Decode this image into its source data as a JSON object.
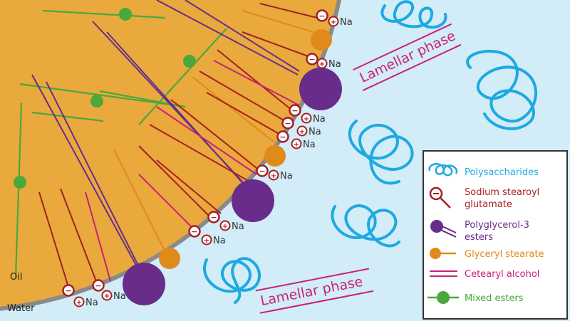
{
  "regions": {
    "oil": "Oil",
    "water": "Water"
  },
  "phase_labels": {
    "top": "Lamellar phase",
    "bottom": "Lamellar phase"
  },
  "charges": {
    "minus": "−",
    "plus": "+",
    "counterion": "Na"
  },
  "legend": {
    "items": [
      {
        "label_lines": [
          "Polysaccharides"
        ],
        "color": "#1ea9e1",
        "icon": "polysaccharide-coil-icon"
      },
      {
        "label_lines": [
          "Sodium stearoyl",
          "glutamate"
        ],
        "color": "#a51f23",
        "icon": "sodium-stearoyl-glutamate-icon"
      },
      {
        "label_lines": [
          "Polyglycerol-3",
          "esters"
        ],
        "color": "#6a2c8a",
        "icon": "polyglycerol-ester-icon"
      },
      {
        "label_lines": [
          "Glyceryl stearate"
        ],
        "color": "#e08a1c",
        "icon": "glyceryl-stearate-icon"
      },
      {
        "label_lines": [
          "Cetearyl alcohol"
        ],
        "color": "#c8207a",
        "icon": "cetearyl-alcohol-icon"
      },
      {
        "label_lines": [
          "Mixed esters"
        ],
        "color": "#4aa83c",
        "icon": "mixed-esters-icon"
      }
    ]
  },
  "colors": {
    "water": "#d2ecf8",
    "oil": "#e9a93c",
    "interface": "#8a8a8a",
    "polysaccharide": "#1ea9e1",
    "sodium_stearoyl_glutamate": "#a51f23",
    "polyglycerol": "#6a2c8a",
    "glyceryl_stearate": "#e08a1c",
    "cetearyl_alcohol": "#c8207a",
    "mixed_esters": "#4aa83c"
  }
}
